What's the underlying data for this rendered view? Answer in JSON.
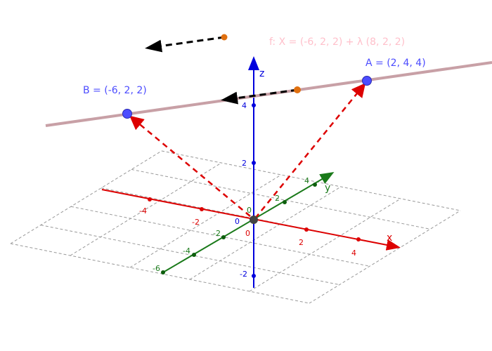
{
  "graphics_view": {
    "line_f": {
      "label": "f: X = (-6, 2, 2) + λ (8, 2, 2)",
      "color": "#c8a0a6",
      "label_color": "#ffc0cb"
    },
    "point_A": {
      "label": "A = (2, 4, 4)",
      "color": "#4c4cff"
    },
    "point_B": {
      "label": "B = (-6, 2, 2)",
      "color": "#4c4cff"
    },
    "vectors_color": "#dd0000",
    "direction_vector_color": "#000000",
    "orange_point_color": "#e07010",
    "axes": {
      "x": {
        "label": "x",
        "color": "#dd0000",
        "ticks": [
          "-4",
          "-2",
          "0",
          "2",
          "4"
        ]
      },
      "y": {
        "label": "y",
        "color": "#1a7a1a",
        "ticks": [
          "-6",
          "-4",
          "-2",
          "0",
          "2",
          "4"
        ]
      },
      "z": {
        "label": "z",
        "color": "#0000dd",
        "ticks": [
          "-2",
          "0",
          "2",
          "4"
        ]
      }
    }
  }
}
